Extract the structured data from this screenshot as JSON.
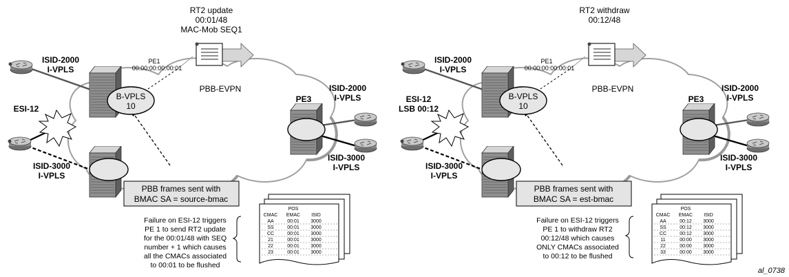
{
  "left": {
    "update_title": "RT2 update",
    "update_mac": "00:01/48",
    "update_seq": "MAC-Mob SEQ1",
    "pe1": "PE1",
    "pe1_addr": "00:00:00:00:00:01",
    "isid2000": "ISID-2000",
    "ivpls_a": "I-VPLS",
    "esi": "ESI-12",
    "bvpls": "B-VPLS",
    "bvpls_num": "10",
    "pbb_evpn": "PBB-EVPN",
    "pe3": "PE3",
    "isid2000_r": "ISID-2000",
    "ivpls_r": "I-VPLS",
    "isid3000_r": "ISID-3000",
    "ivpls_r2": "I-VPLS",
    "isid3000_l": "ISID-3000",
    "ivpls_l2": "I-VPLS",
    "box_line1": "PBB frames sent with",
    "box_line2": "BMAC SA = source-bmac",
    "note": [
      "Failure on ESI-12 triggers",
      "PE 1 to send RT2 update",
      "for the 00:01/48 with SEQ",
      "number + 1 which causes",
      "all the CMACs associated",
      "to 00:01 to be flushed"
    ],
    "table": {
      "pos": "POS",
      "headers": [
        "CMAC",
        "EMAC",
        "ISID"
      ],
      "rows": [
        [
          "AA",
          "00:01",
          "3000"
        ],
        [
          "SS",
          "00:01",
          "3000"
        ],
        [
          "CC",
          "00:01",
          "3000"
        ],
        [
          "21",
          "00:01",
          "3000"
        ],
        [
          "22",
          "00:01",
          "3000"
        ],
        [
          "23",
          "00:01",
          "3000"
        ]
      ]
    }
  },
  "right": {
    "update_title": "RT2 withdraw",
    "update_mac": "00:12/48",
    "pe1": "PE1",
    "pe1_addr": "00:00:00:00:00:01",
    "isid2000": "ISID-2000",
    "ivpls_a": "I-VPLS",
    "esi": "ESI-12",
    "esi_lsb": "LSB 00:12",
    "bvpls": "B-VPLS",
    "bvpls_num": "10",
    "pbb_evpn": "PBB-EVPN",
    "pe3": "PE3",
    "isid2000_r": "ISID-2000",
    "ivpls_r": "I-VPLS",
    "isid3000_r": "ISID-3000",
    "ivpls_r2": "I-VPLS",
    "isid3000_l": "ISID-3000",
    "ivpls_l2": "I-VPLS",
    "box_line1": "PBB frames sent with",
    "box_line2": "BMAC SA = est-bmac",
    "note": [
      "Failure on ESI-12 triggers",
      "PE 1 to withdraw RT2",
      "00:12/48 which causes",
      "ONLY CMACs associated",
      "to 00:12 to be flushed"
    ],
    "table": {
      "pos": "POS",
      "headers": [
        "CMAC",
        "EMAC",
        "ISID"
      ],
      "rows": [
        [
          "AA",
          "00:12",
          "3000"
        ],
        [
          "SS",
          "00:12",
          "3000"
        ],
        [
          "CC",
          "00:12",
          "3000"
        ],
        [
          "11",
          "00:00",
          "3000"
        ],
        [
          "22",
          "00:00",
          "3000"
        ],
        [
          "33",
          "00:00",
          "3000"
        ]
      ]
    }
  },
  "figure_id": "al_0738"
}
